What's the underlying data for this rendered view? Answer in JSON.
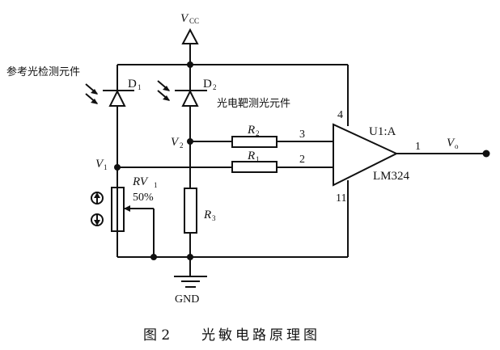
{
  "labels": {
    "vcc": "V",
    "vcc_sub": "CC",
    "d1": "D",
    "d1_sub": "1",
    "d2": "D",
    "d2_sub": "2",
    "ref_element": "参考光检测元件",
    "target_element": "光电靶测光元件",
    "v1": "V",
    "v1_sub": "1",
    "v2": "V",
    "v2_sub": "2",
    "r1": "R",
    "r1_sub": "1",
    "r2": "R",
    "r2_sub": "2",
    "r3": "R",
    "r3_sub": "3",
    "rv1": "RV",
    "rv1_sub": "1",
    "rv1_value": "50%",
    "pin3": "3",
    "pin2": "2",
    "pin4": "4",
    "pin11": "11",
    "pin1": "1",
    "opamp_ref": "U1:A",
    "opamp_part": "LM324",
    "vo": "V",
    "vo_sub": "o",
    "gnd": "GND"
  },
  "caption": {
    "figure": "图 2",
    "title": "光敏电路原理图"
  }
}
